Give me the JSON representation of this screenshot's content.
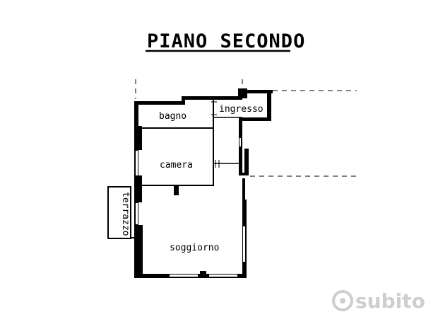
{
  "title": "PIANO SECONDO",
  "rooms": {
    "bagno": "bagno",
    "ingresso": "ingresso",
    "camera": "camera",
    "terrazzo": "terrazzo",
    "soggiorno": "soggiorno"
  },
  "watermark": {
    "text": "subito",
    "color": "#c9c9c9"
  },
  "colors": {
    "wall": "#000000",
    "background": "#ffffff"
  }
}
